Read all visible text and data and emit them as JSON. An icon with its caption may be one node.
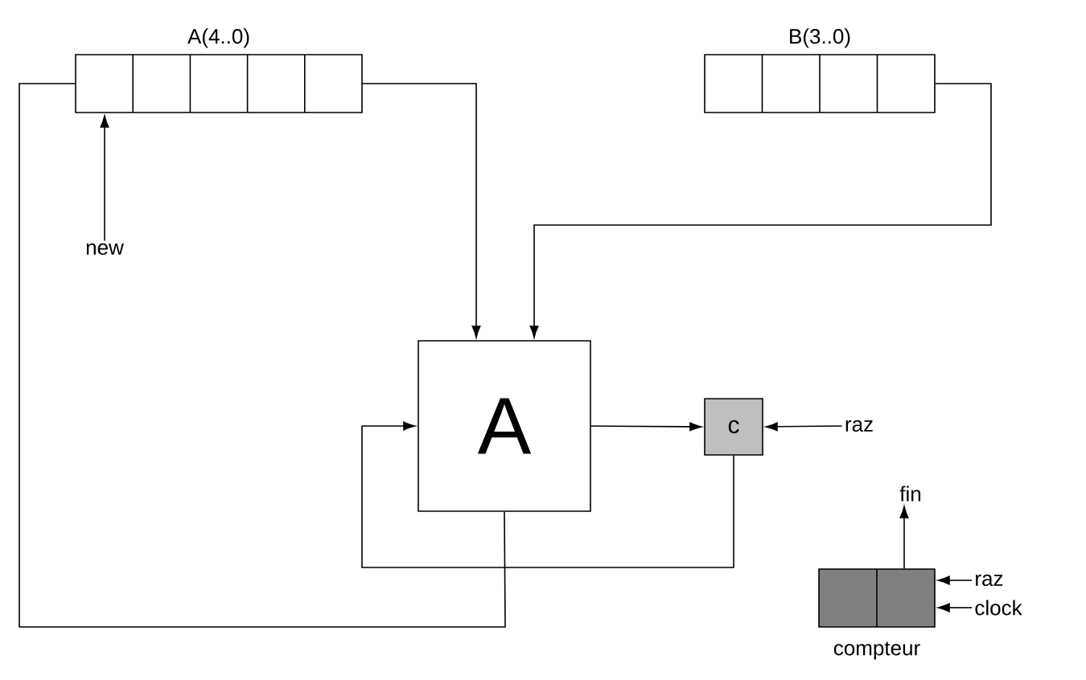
{
  "diagram": {
    "nodes": [
      {
        "text": [
          "A(4..0)"
        ]
      },
      {
        "text": [
          "B(3..0)"
        ]
      },
      {
        "text": [
          "new"
        ]
      },
      {
        "text": [
          "A"
        ]
      },
      {
        "text": [
          "c"
        ]
      },
      {
        "text": [
          "raz"
        ]
      },
      {
        "text": [],
        "shape": "box",
        "beside": [
          "compteur"
        ]
      },
      {
        "text": [
          "fin"
        ]
      },
      {
        "text": [
          "raz"
        ]
      },
      {
        "text": [
          "clock"
        ]
      }
    ],
    "edges": [
      {
        "from": 0,
        "to": 3,
        "arrow": "to"
      },
      {
        "from": 1,
        "to": 3,
        "arrow": "to"
      },
      {
        "from": 2,
        "to": 0,
        "arrow": "to"
      },
      {
        "from": 3,
        "to": 4,
        "arrow": "to"
      },
      {
        "from": 5,
        "to": 4,
        "arrow": "to"
      },
      {
        "from": 4,
        "to": 3,
        "arrow": "to"
      },
      {
        "from": 3,
        "to": 0,
        "arrow": "none"
      },
      {
        "from": 6,
        "to": 7,
        "arrow": "to"
      },
      {
        "from": 8,
        "to": 6,
        "arrow": "to"
      },
      {
        "from": 9,
        "to": 6,
        "arrow": "to"
      }
    ]
  }
}
